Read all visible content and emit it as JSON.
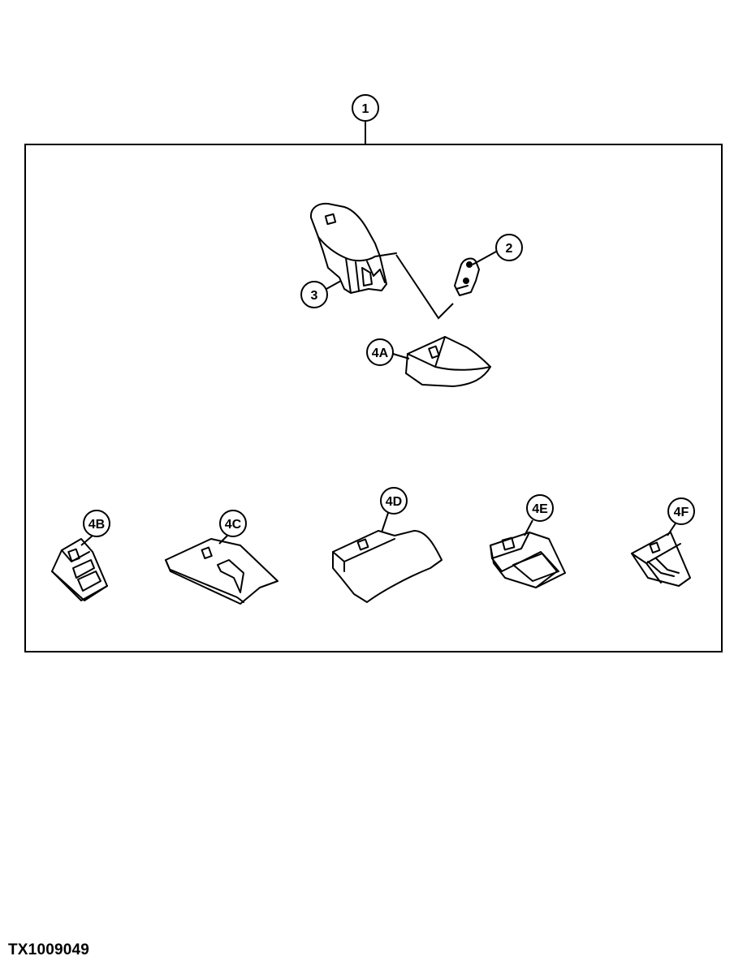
{
  "figure_id": "TX1009049",
  "callouts": {
    "c1": "1",
    "c2": "2",
    "c3": "3",
    "c4a": "4A",
    "c4b": "4B",
    "c4c": "4C",
    "c4d": "4D",
    "c4e": "4E",
    "c4f": "4F"
  },
  "parts": [
    {
      "callout": "1",
      "icon": "bucket-tooth-kit-frame"
    },
    {
      "callout": "2",
      "icon": "lock-pin-icon"
    },
    {
      "callout": "3",
      "icon": "tooth-adapter-icon"
    },
    {
      "callout": "4A",
      "icon": "tooth-tip-icon"
    },
    {
      "callout": "4B",
      "icon": "tooth-tip-icon"
    },
    {
      "callout": "4C",
      "icon": "tooth-tip-icon"
    },
    {
      "callout": "4D",
      "icon": "tooth-tip-icon"
    },
    {
      "callout": "4E",
      "icon": "tooth-tip-icon"
    },
    {
      "callout": "4F",
      "icon": "tooth-tip-icon"
    }
  ]
}
